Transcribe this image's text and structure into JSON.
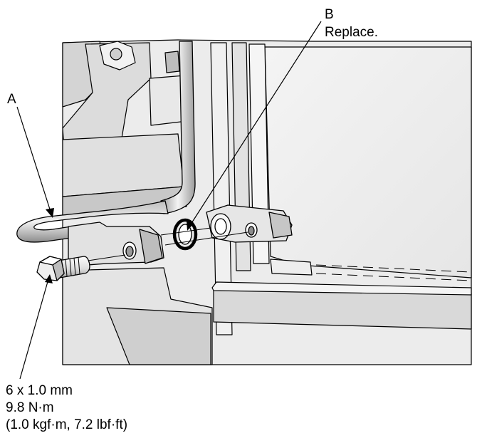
{
  "labels": {
    "a": "A",
    "b": "B",
    "b_note": "Replace.",
    "bolt_size": "6 x 1.0 mm",
    "torque_nm": "9.8 N·m",
    "torque_alt": "(1.0 kgf·m, 7.2 lbf·ft)"
  },
  "colors": {
    "line": "#000000",
    "part_light": "#f3f3f3",
    "part_mid": "#d9d9d9",
    "part_dark": "#9a9a9a",
    "background": "#ffffff"
  }
}
